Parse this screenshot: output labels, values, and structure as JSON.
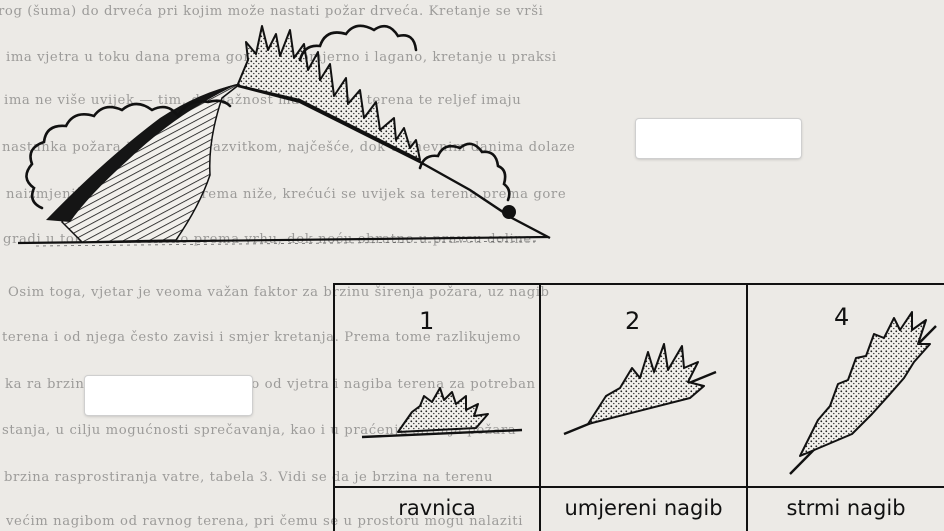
{
  "document": {
    "background_text_lines": [
      "rog (šuma) do drveća pri kojim može nastati požar drveća. Kretanje se vrši",
      "ima vjetra u toku dana prema gore, ravnomjerno i lagano, kretanje u praksi",
      "ima ne više uvijek — tim, da vlažnost materijala i terena te reljef imaju",
      "nastanka požara i njegovim razvitkom, najčešće, dok u dnevnim danima dolaze",
      "naizmjenične u toku noći prema niže, krećući se uvijek sa terena prema gore",
      "gradi u toku dana i slično prema vrhu, dok noću obratno u pravcu doline.",
      "Osim toga, vjetar je veoma važan faktor za brzinu širenja požara, uz nagib",
      "terena i od njega često zavisi i smjer kretanja. Prema tome razlikujemo",
      "ka ra brzina širenja požara zavisno od vjetra i nagiba terena za potreban",
      "stanja, u cilju mogućnosti sprečavanja, kao i u praćenju širenja požara",
      "brzina rasprostiranja vatre, tabela 3. Vidi se da je brzina na terenu",
      "većim nagibom od ravnog terena, pri čemu se u prostoru mogu nalaziti"
    ],
    "figure": {
      "panels": [
        {
          "number": "1",
          "label": "ravnica"
        },
        {
          "number": "2",
          "label": "umjereni nagib"
        },
        {
          "number": "4",
          "label": "strmi nagib"
        }
      ]
    }
  }
}
